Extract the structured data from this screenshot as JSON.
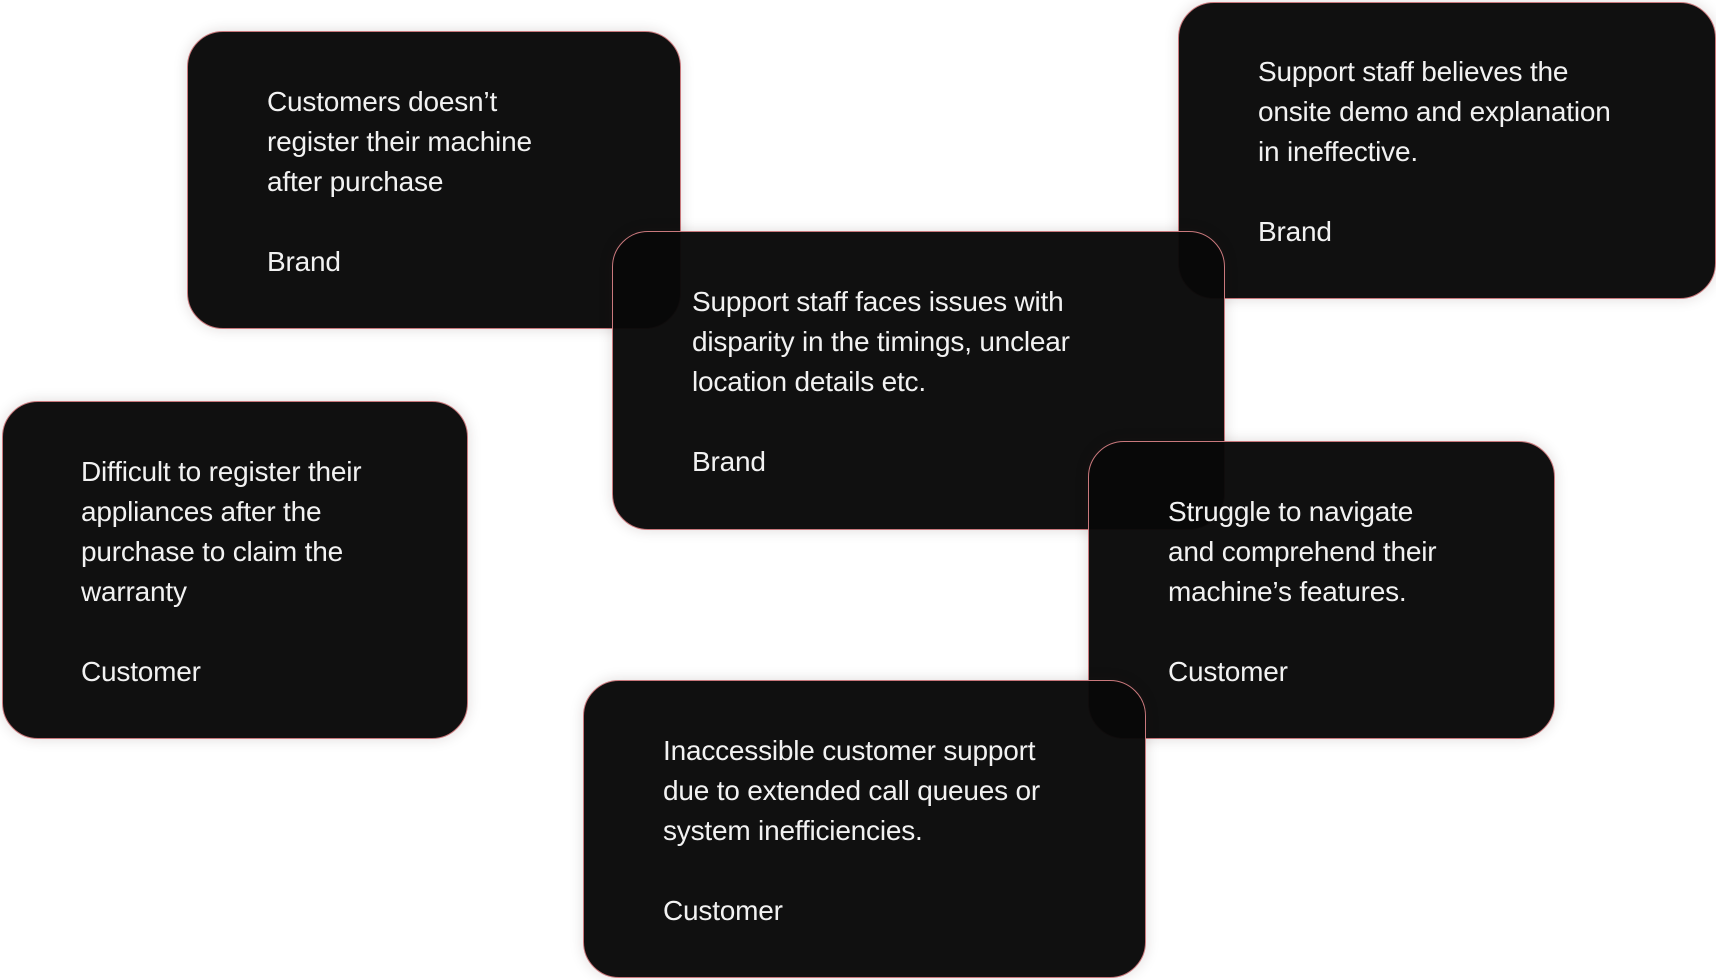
{
  "cards": [
    {
      "text": "Customers doesn’t\nregister their machine\nafter purchase",
      "tag": "Brand"
    },
    {
      "text": "Support staff believes the\nonsite demo and explanation\nin ineffective.",
      "tag": "Brand"
    },
    {
      "text": "Support staff faces issues with\ndisparity in the timings, unclear\nlocation details etc.",
      "tag": "Brand"
    },
    {
      "text": "Difficult to register their\nappliances after the\npurchase to claim the\nwarranty",
      "tag": "Customer"
    },
    {
      "text": "Struggle to navigate\nand comprehend their\nmachine’s features.",
      "tag": "Customer"
    },
    {
      "text": "Inaccessible customer support\ndue to extended call queues or\nsystem inefficiencies.",
      "tag": "Customer"
    }
  ],
  "colors": {
    "card_background": "#080808",
    "card_border": "#c9787c",
    "card_text": "#f2f2f2",
    "page_background": "#ffffff"
  }
}
